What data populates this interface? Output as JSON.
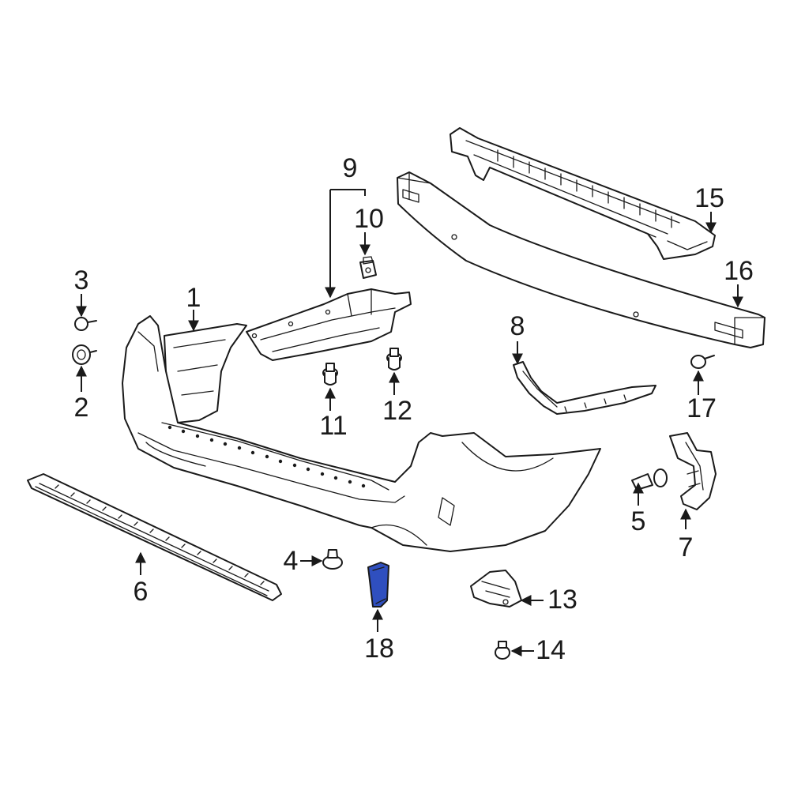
{
  "highlight_color": "#2f4fbf",
  "callouts": {
    "c1": "1",
    "c2": "2",
    "c3": "3",
    "c4": "4",
    "c5": "5",
    "c6": "6",
    "c7": "7",
    "c8": "8",
    "c9": "9",
    "c10": "10",
    "c11": "11",
    "c12": "12",
    "c13": "13",
    "c14": "14",
    "c15": "15",
    "c16": "16",
    "c17": "17",
    "c18": "18"
  }
}
